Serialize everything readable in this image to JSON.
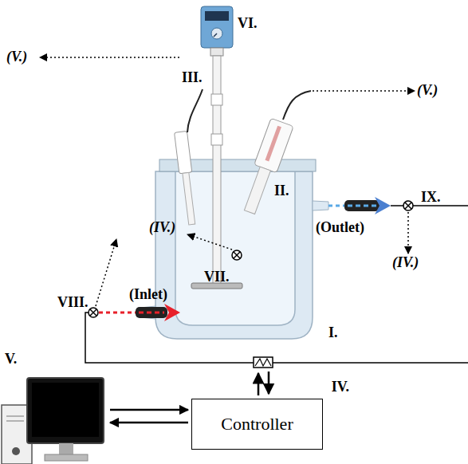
{
  "diagram": {
    "nodes": [
      {
        "text": [
          "Controller",
          "IV."
        ]
      },
      {
        "text": [
          "V."
        ]
      }
    ],
    "edges": [
      {
        "from": 1,
        "to": 0,
        "arrow": "to"
      },
      {
        "from": 0,
        "to": 1,
        "arrow": "to"
      }
    ],
    "labels": [
      "VI.",
      "III.",
      "(V.)",
      "II.",
      "(V.)",
      "(IV.)",
      "VII.",
      "VIII.",
      "(Inlet)",
      "(Outlet)",
      "IX.",
      "(IV.)",
      "I."
    ]
  }
}
